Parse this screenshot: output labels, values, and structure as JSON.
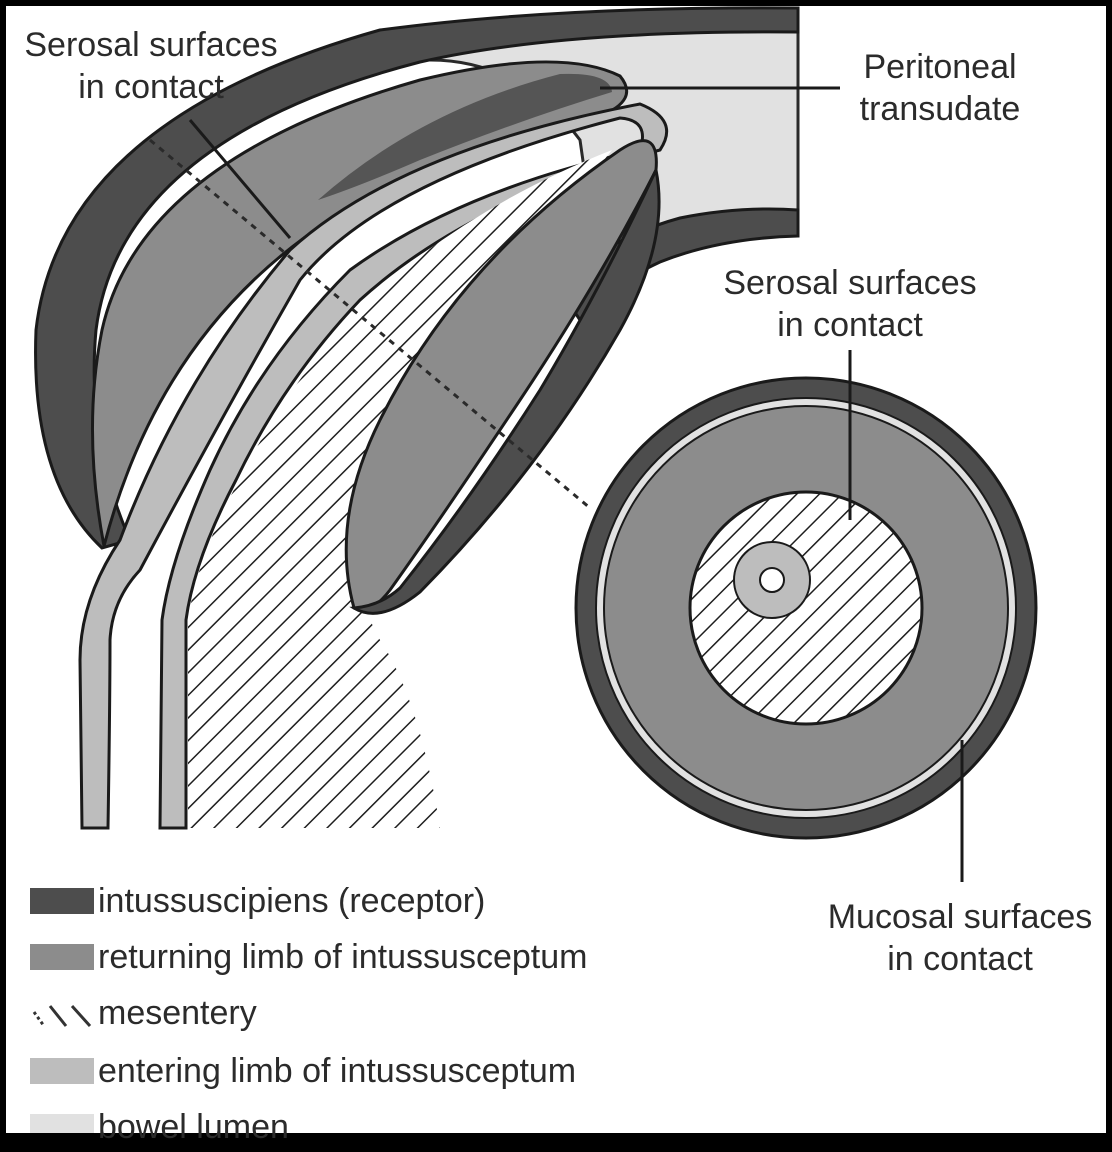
{
  "labels": {
    "serosal_top": [
      "Serosal surfaces",
      "in contact"
    ],
    "peritoneal": [
      "Peritoneal",
      "transudate"
    ],
    "serosal_right": [
      "Serosal surfaces",
      "in contact"
    ],
    "mucosal": [
      "Mucosal surfaces",
      "in contact"
    ]
  },
  "legend": [
    {
      "text": "intussuscipiens (receptor)",
      "swatch": "dark"
    },
    {
      "text": "returning limb of intussusceptum",
      "swatch": "mid"
    },
    {
      "text": "mesentery",
      "swatch": "hatch"
    },
    {
      "text": "entering limb of intussusceptum",
      "swatch": "light"
    },
    {
      "text": "bowel lumen",
      "swatch": "pale"
    }
  ],
  "colors": {
    "dark": "#4d4d4d",
    "mid": "#8c8c8c",
    "light": "#bdbdbd",
    "pale": "#e1e1e1",
    "background": "#ffffff",
    "frame": "#000000"
  }
}
